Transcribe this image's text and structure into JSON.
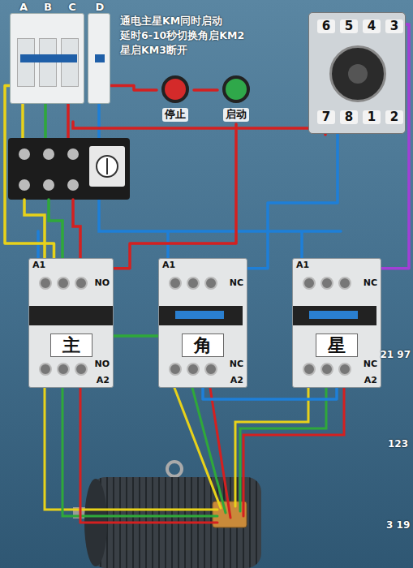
{
  "diagram": {
    "nodes": [
      {
        "text": [
          "A",
          "B",
          "C"
        ]
      },
      {
        "text": [
          "D"
        ]
      },
      {
        "text": [
          "停止"
        ]
      },
      {
        "text": [
          "启动"
        ]
      },
      {
        "text": [
          "6",
          "5",
          "4",
          "3",
          "7",
          "8",
          "1",
          "2"
        ]
      },
      {
        "text": [
          "A1",
          "NO",
          "主",
          "NO",
          "A2"
        ]
      },
      {
        "text": [
          "A1",
          "NC",
          "角",
          "NC",
          "A2"
        ]
      },
      {
        "text": [
          "A1",
          "NC",
          "星",
          "NC",
          "A2"
        ]
      }
    ],
    "edges": [
      {
        "from": 1,
        "to": 2,
        "arrow": "none"
      },
      {
        "from": 2,
        "to": 3,
        "arrow": "none"
      },
      {
        "from": 3,
        "to": 5,
        "arrow": "none"
      },
      {
        "from": 0,
        "to": 5,
        "arrow": "none"
      },
      {
        "from": 5,
        "to": 6,
        "arrow": "none"
      },
      {
        "from": 4,
        "to": 6,
        "arrow": "none"
      },
      {
        "from": 4,
        "to": 7,
        "arrow": "none"
      },
      {
        "from": 6,
        "to": 7,
        "arrow": "none"
      }
    ],
    "labels": [
      "通电主星KM同时启动",
      "延时6-10秒切换角启KM2",
      "星启KM3断开",
      "21 97",
      "123",
      "3 19"
    ]
  }
}
